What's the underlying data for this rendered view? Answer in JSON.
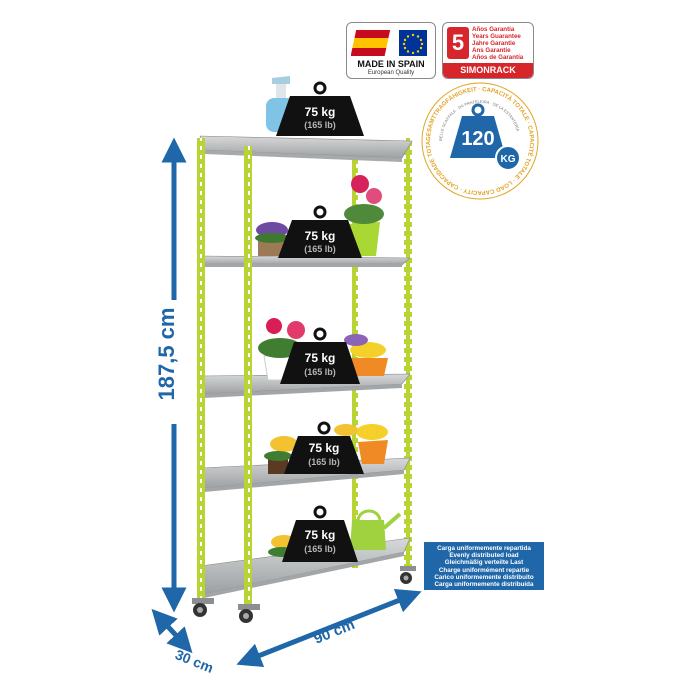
{
  "badges": {
    "spain": {
      "label": "MADE IN SPAIN",
      "sublabel": "European Quality"
    },
    "guarantee": {
      "years": "5",
      "lines": [
        "Años Garantía",
        "Years Guarantee",
        "Jahre Garantie",
        "Ans Garantie",
        "Años de Garantía"
      ],
      "brand": "SIMONRACK"
    }
  },
  "capacity": {
    "value": "120",
    "unit": "KG",
    "ring_text": "GESAMTTRAGFÄHIGKEIT · CAPACITÀ TOTALE · CAPACITÉ TOTALE · LOAD CAPACITY · CAPACIDADE TOTAL · CAPACIDAD TOTAL",
    "inner_text": "BELLE SCAFFALE · DA PRATELEIRA · DE LA ESTANTERÍA"
  },
  "shelves": [
    {
      "weight": "75 kg",
      "weight_lb": "(165 lb)"
    },
    {
      "weight": "75 kg",
      "weight_lb": "(165 lb)"
    },
    {
      "weight": "75 kg",
      "weight_lb": "(165 lb)"
    },
    {
      "weight": "75 kg",
      "weight_lb": "(165 lb)"
    },
    {
      "weight": "75 kg",
      "weight_lb": "(165 lb)"
    }
  ],
  "dimensions": {
    "height": "187,5 cm",
    "width": "90 cm",
    "depth": "30 cm"
  },
  "load_note": [
    "Carga uniformemente repartida",
    "Evenly distributed load",
    "Gleichmäßig verteilte Last",
    "Charge uniformément repartie",
    "Carico uniformemente distribuito",
    "Carga uniformemente distribuída"
  ],
  "colors": {
    "frame": "#b7d334",
    "shelf": "#b9bcbe",
    "dimension": "#1f67a9",
    "weight": "#111111",
    "brand_red": "#d7262b",
    "capacity_blue": "#1f67a9",
    "capacity_gold": "#e3a324"
  },
  "icons": [
    "weight-icon",
    "flag-icon",
    "eu-flag-icon",
    "spray-bottle-icon",
    "watering-can-icon",
    "flower-pot-icon",
    "caster-wheel-icon",
    "dimension-arrow-icon"
  ]
}
